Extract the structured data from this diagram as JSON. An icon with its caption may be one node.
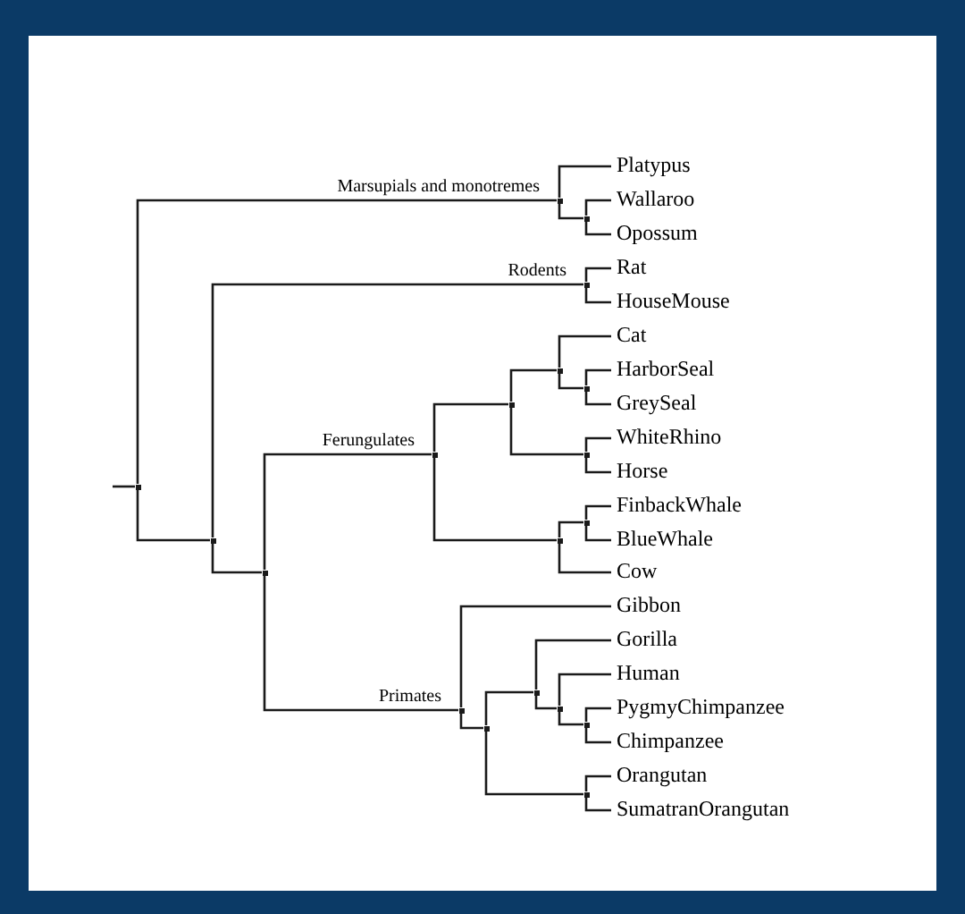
{
  "diagram": {
    "nodes": [
      {
        "text": [],
        "shape": "point"
      },
      {
        "text": [],
        "shape": "point"
      },
      {
        "text": [
          "Platypus"
        ]
      },
      {
        "text": [],
        "shape": "point"
      },
      {
        "text": [
          "Wallaroo"
        ]
      },
      {
        "text": [
          "Opossum"
        ]
      },
      {
        "text": [],
        "shape": "point"
      },
      {
        "text": [],
        "shape": "point"
      },
      {
        "text": [
          "Rat"
        ]
      },
      {
        "text": [
          "HouseMouse"
        ]
      },
      {
        "text": [],
        "shape": "point"
      },
      {
        "text": [],
        "shape": "point"
      },
      {
        "text": [],
        "shape": "point"
      },
      {
        "text": [],
        "shape": "point"
      },
      {
        "text": [
          "Cat"
        ]
      },
      {
        "text": [],
        "shape": "point"
      },
      {
        "text": [
          "HarborSeal"
        ]
      },
      {
        "text": [
          "GreySeal"
        ]
      },
      {
        "text": [],
        "shape": "point"
      },
      {
        "text": [
          "WhiteRhino"
        ]
      },
      {
        "text": [
          "Horse"
        ]
      },
      {
        "text": [],
        "shape": "point"
      },
      {
        "text": [],
        "shape": "point"
      },
      {
        "text": [
          "FinbackWhale"
        ]
      },
      {
        "text": [
          "BlueWhale"
        ]
      },
      {
        "text": [
          "Cow"
        ]
      },
      {
        "text": [],
        "shape": "point"
      },
      {
        "text": [
          "Gibbon"
        ]
      },
      {
        "text": [],
        "shape": "point"
      },
      {
        "text": [],
        "shape": "point"
      },
      {
        "text": [
          "Gorilla"
        ]
      },
      {
        "text": [],
        "shape": "point"
      },
      {
        "text": [
          "Human"
        ]
      },
      {
        "text": [],
        "shape": "point"
      },
      {
        "text": [
          "PygmyChimpanzee"
        ]
      },
      {
        "text": [
          "Chimpanzee"
        ]
      },
      {
        "text": [],
        "shape": "point"
      },
      {
        "text": [
          "Orangutan"
        ]
      },
      {
        "text": [
          "SumatranOrangutan"
        ]
      }
    ],
    "edges": [
      {
        "from": null,
        "to": 0,
        "arrow": "none"
      },
      {
        "from": 0,
        "to": 1,
        "arrow": "none",
        "label": "Marsupials and monotremes"
      },
      {
        "from": 1,
        "to": 2,
        "arrow": "none"
      },
      {
        "from": 1,
        "to": 3,
        "arrow": "none"
      },
      {
        "from": 3,
        "to": 4,
        "arrow": "none"
      },
      {
        "from": 3,
        "to": 5,
        "arrow": "none"
      },
      {
        "from": 0,
        "to": 6,
        "arrow": "none"
      },
      {
        "from": 6,
        "to": 7,
        "arrow": "none",
        "label": "Rodents"
      },
      {
        "from": 7,
        "to": 8,
        "arrow": "none"
      },
      {
        "from": 7,
        "to": 9,
        "arrow": "none"
      },
      {
        "from": 6,
        "to": 10,
        "arrow": "none"
      },
      {
        "from": 10,
        "to": 11,
        "arrow": "none",
        "label": "Ferungulates"
      },
      {
        "from": 11,
        "to": 12,
        "arrow": "none"
      },
      {
        "from": 12,
        "to": 13,
        "arrow": "none"
      },
      {
        "from": 13,
        "to": 14,
        "arrow": "none"
      },
      {
        "from": 13,
        "to": 15,
        "arrow": "none"
      },
      {
        "from": 15,
        "to": 16,
        "arrow": "none"
      },
      {
        "from": 15,
        "to": 17,
        "arrow": "none"
      },
      {
        "from": 12,
        "to": 18,
        "arrow": "none"
      },
      {
        "from": 18,
        "to": 19,
        "arrow": "none"
      },
      {
        "from": 18,
        "to": 20,
        "arrow": "none"
      },
      {
        "from": 11,
        "to": 21,
        "arrow": "none"
      },
      {
        "from": 21,
        "to": 22,
        "arrow": "none"
      },
      {
        "from": 22,
        "to": 23,
        "arrow": "none"
      },
      {
        "from": 22,
        "to": 24,
        "arrow": "none"
      },
      {
        "from": 21,
        "to": 25,
        "arrow": "none"
      },
      {
        "from": 10,
        "to": 26,
        "arrow": "none",
        "label": "Primates"
      },
      {
        "from": 26,
        "to": 27,
        "arrow": "none"
      },
      {
        "from": 26,
        "to": 28,
        "arrow": "none"
      },
      {
        "from": 28,
        "to": 29,
        "arrow": "none"
      },
      {
        "from": 29,
        "to": 30,
        "arrow": "none"
      },
      {
        "from": 29,
        "to": 31,
        "arrow": "none"
      },
      {
        "from": 31,
        "to": 32,
        "arrow": "none"
      },
      {
        "from": 31,
        "to": 33,
        "arrow": "none"
      },
      {
        "from": 33,
        "to": 34,
        "arrow": "none"
      },
      {
        "from": 33,
        "to": 35,
        "arrow": "none"
      },
      {
        "from": 28,
        "to": 36,
        "arrow": "none"
      },
      {
        "from": 36,
        "to": 37,
        "arrow": "none"
      },
      {
        "from": 36,
        "to": 38,
        "arrow": "none"
      }
    ]
  }
}
